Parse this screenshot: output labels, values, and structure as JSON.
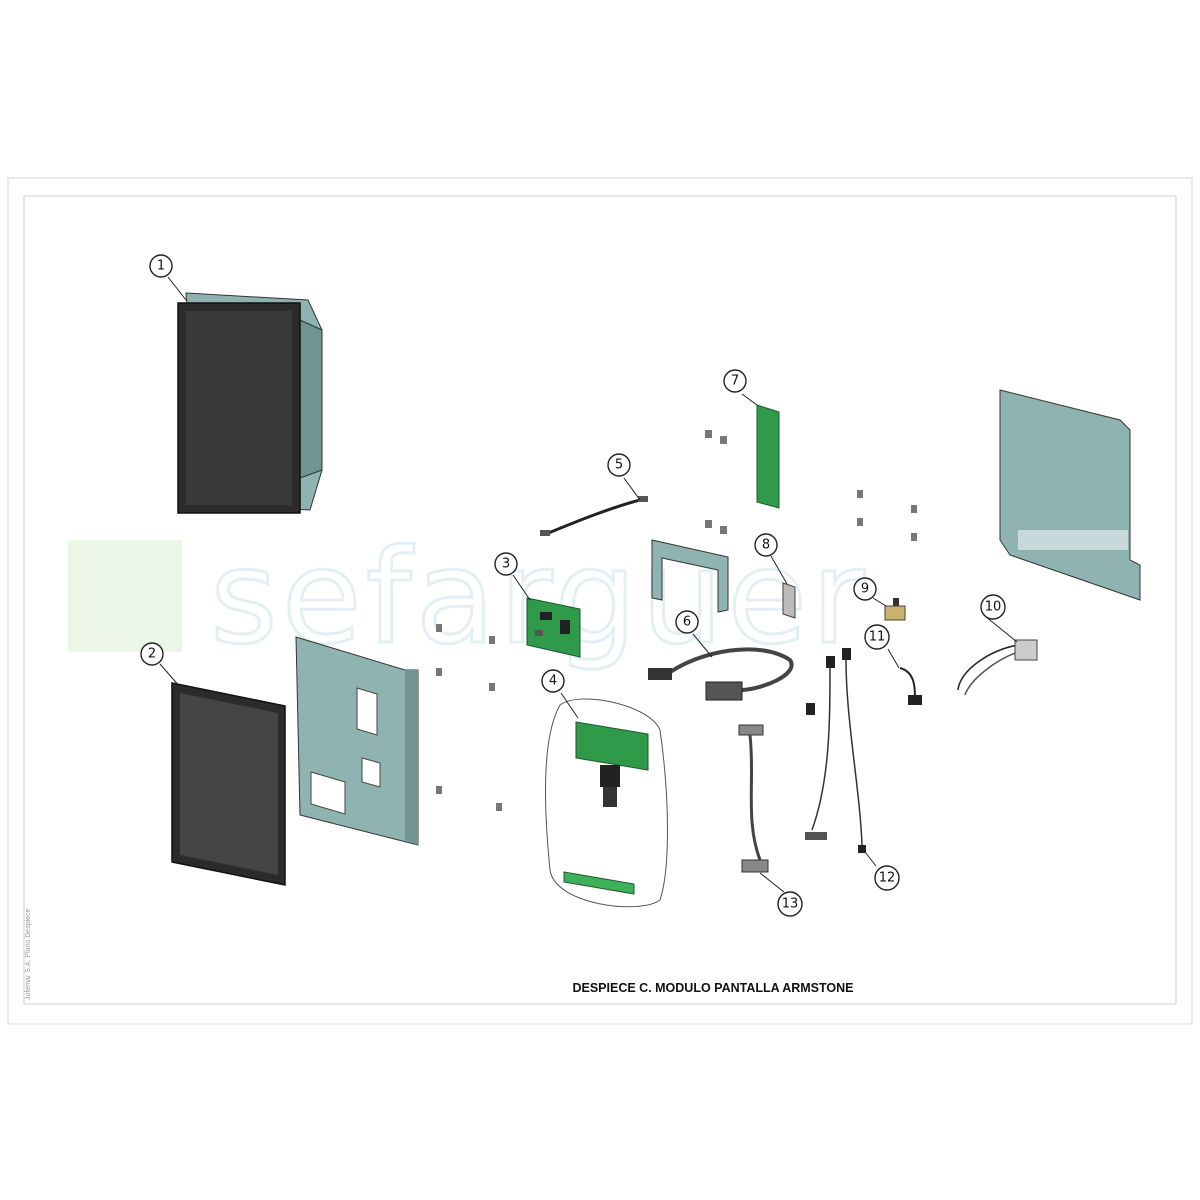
{
  "title": "DESPIECE C. MODULO PANTALLA ARMSTONE",
  "side_note": "Jofemar S.A. Plano Despiece",
  "watermark": "sefarguer",
  "part_numbers": [
    "1",
    "2",
    "3",
    "4",
    "5",
    "6",
    "7",
    "8",
    "9",
    "10",
    "11",
    "12",
    "13"
  ],
  "colors": {
    "frame": "#2b2b2b",
    "screen": "#3a3a3a",
    "bezel": "#4a4a4a",
    "sheet_metal": "#8fb3b0",
    "pcb": "#2e9a4a",
    "watermark": "#cfe3ee"
  }
}
